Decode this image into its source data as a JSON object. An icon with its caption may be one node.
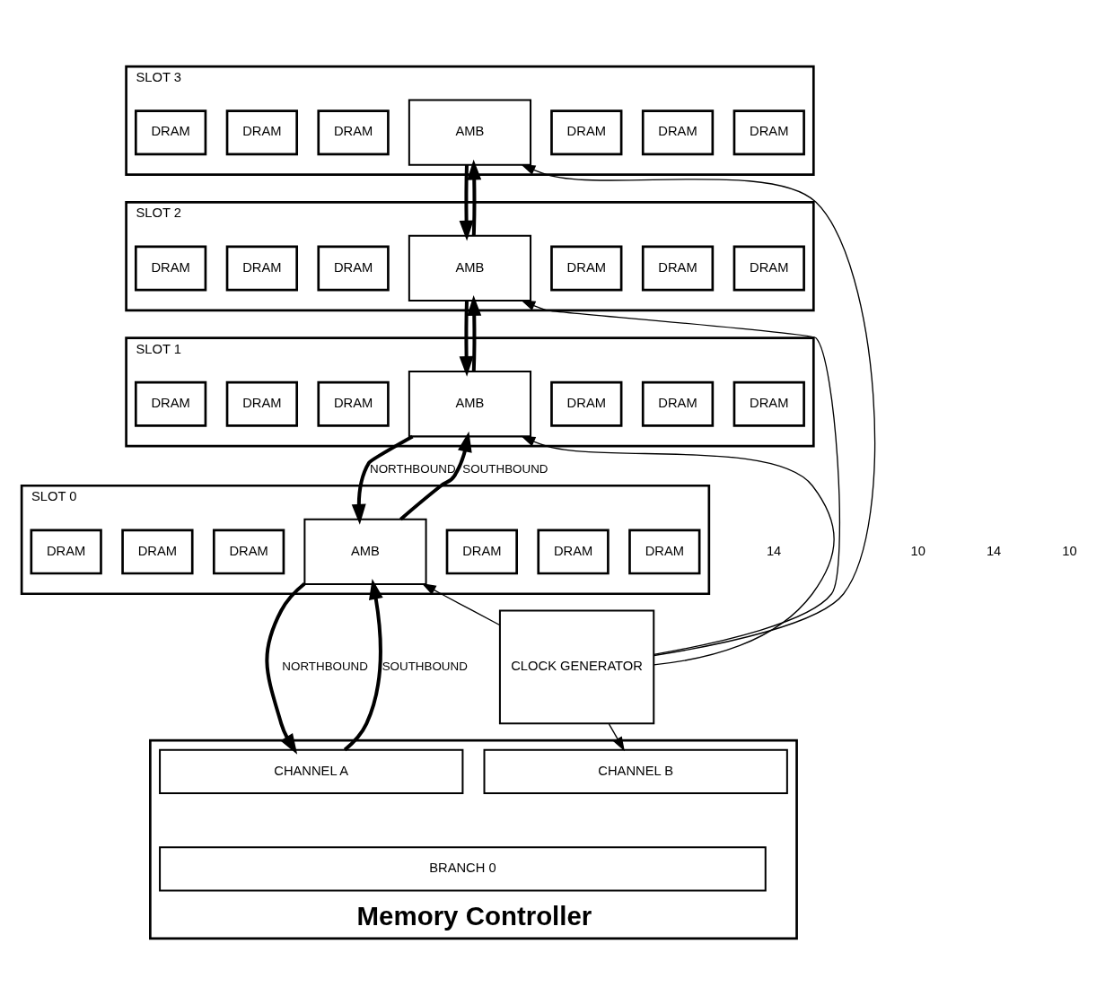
{
  "diagram": {
    "nodes": [
      {
        "text": [
          "SLOT 3"
        ]
      },
      {
        "text": [
          "DRAM"
        ],
        "in": 0
      },
      {
        "text": [
          "DRAM"
        ],
        "in": 0
      },
      {
        "text": [
          "DRAM"
        ],
        "in": 0
      },
      {
        "text": [
          "AMB"
        ],
        "in": 0
      },
      {
        "text": [
          "DRAM"
        ],
        "in": 0
      },
      {
        "text": [
          "DRAM"
        ],
        "in": 0
      },
      {
        "text": [
          "DRAM"
        ],
        "in": 0
      },
      {
        "text": [
          "SLOT 2"
        ]
      },
      {
        "text": [
          "DRAM"
        ],
        "in": 8
      },
      {
        "text": [
          "DRAM"
        ],
        "in": 8
      },
      {
        "text": [
          "DRAM"
        ],
        "in": 8
      },
      {
        "text": [
          "AMB"
        ],
        "in": 8
      },
      {
        "text": [
          "DRAM"
        ],
        "in": 8
      },
      {
        "text": [
          "DRAM"
        ],
        "in": 8
      },
      {
        "text": [
          "DRAM"
        ],
        "in": 8
      },
      {
        "text": [
          "SLOT 1"
        ]
      },
      {
        "text": [
          "DRAM"
        ],
        "in": 16
      },
      {
        "text": [
          "DRAM"
        ],
        "in": 16
      },
      {
        "text": [
          "DRAM"
        ],
        "in": 16
      },
      {
        "text": [
          "AMB"
        ],
        "in": 16
      },
      {
        "text": [
          "DRAM"
        ],
        "in": 16
      },
      {
        "text": [
          "DRAM"
        ],
        "in": 16
      },
      {
        "text": [
          "DRAM"
        ],
        "in": 16
      },
      {
        "text": [
          "SLOT 0"
        ]
      },
      {
        "text": [
          "DRAM"
        ],
        "in": 24
      },
      {
        "text": [
          "DRAM"
        ],
        "in": 24
      },
      {
        "text": [
          "DRAM"
        ],
        "in": 24
      },
      {
        "text": [
          "AMB"
        ],
        "in": 24
      },
      {
        "text": [
          "DRAM"
        ],
        "in": 24
      },
      {
        "text": [
          "DRAM"
        ],
        "in": 24
      },
      {
        "text": [
          "DRAM"
        ],
        "in": 24
      },
      {
        "text": [
          "CLOCK GENERATOR"
        ]
      },
      {
        "text": [
          "Memory Controller"
        ]
      },
      {
        "text": [
          "CHANNEL A"
        ],
        "in": 33
      },
      {
        "text": [
          "CHANNEL B"
        ],
        "in": 33
      },
      {
        "text": [
          "BRANCH 0"
        ],
        "in": 33
      }
    ],
    "edges": [
      {
        "from": 4,
        "to": 12,
        "arrow": "to"
      },
      {
        "from": 12,
        "to": 4,
        "arrow": "to"
      },
      {
        "from": 32,
        "to": 4,
        "arrow": "to"
      },
      {
        "from": 12,
        "to": 20,
        "arrow": "to"
      },
      {
        "from": 20,
        "to": 12,
        "arrow": "to"
      },
      {
        "from": 32,
        "to": 12,
        "arrow": "to"
      },
      {
        "from": 20,
        "to": 28,
        "arrow": "to",
        "label": "NORTHBOUND"
      },
      {
        "from": 28,
        "to": 20,
        "arrow": "to",
        "label": "SOUTHBOUND"
      },
      {
        "from": 32,
        "to": 20,
        "arrow": "to"
      },
      {
        "from": 28,
        "to": 34,
        "arrow": "to",
        "label": "NORTHBOUND"
      },
      {
        "from": 34,
        "to": 28,
        "arrow": "to",
        "label": "SOUTHBOUND"
      },
      {
        "from": 32,
        "to": 28,
        "arrow": "to"
      },
      {
        "from": 32,
        "to": 35,
        "arrow": "to"
      }
    ],
    "labels": [
      "14",
      "10",
      "14",
      "10"
    ]
  }
}
